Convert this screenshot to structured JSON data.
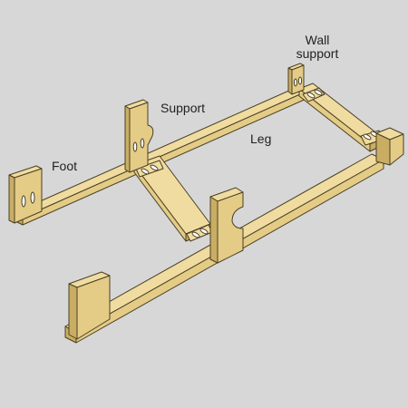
{
  "labels": {
    "wall_support_line1": "Wall",
    "wall_support_line2": "support",
    "support": "Support",
    "leg": "Leg",
    "foot": "Foot"
  },
  "colors": {
    "background": "#d7d7d7",
    "wood_face": "#e4cc87",
    "wood_top": "#f0dca0",
    "wood_side": "#c9ad63",
    "edge": "#4a4024",
    "slot": "#ffffff"
  }
}
